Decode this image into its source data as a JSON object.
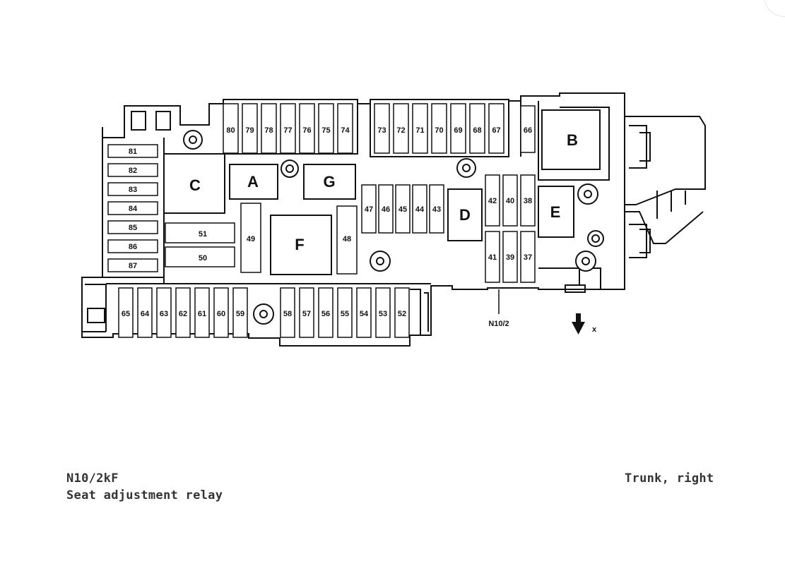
{
  "diagram": {
    "title": "",
    "fuses_top_left": [
      "80",
      "79",
      "78",
      "77",
      "76",
      "75",
      "74"
    ],
    "fuses_top_mid": [
      "73",
      "72",
      "71",
      "70",
      "69",
      "68",
      "67"
    ],
    "fuse_66": "66",
    "fuses_left_column": [
      "81",
      "82",
      "83",
      "84",
      "85",
      "86",
      "87"
    ],
    "fuses_bottom_left": [
      "65",
      "64",
      "63",
      "62",
      "61",
      "60",
      "59"
    ],
    "fuses_bottom_right": [
      "58",
      "57",
      "56",
      "55",
      "54",
      "53",
      "52"
    ],
    "fuses_middle_row": [
      "47",
      "46",
      "45",
      "44",
      "43"
    ],
    "fuses_right_upper": [
      "42",
      "40",
      "38"
    ],
    "fuses_right_lower": [
      "41",
      "39",
      "37"
    ],
    "fuse_51": "51",
    "fuse_50": "50",
    "fuse_49": "49",
    "fuse_48": "48",
    "relays": {
      "A": "A",
      "B": "B",
      "C": "C",
      "D": "D",
      "E": "E",
      "F": "F",
      "G": "G"
    },
    "module_label": "N10/2",
    "direction_label": "x"
  },
  "captions": {
    "code": "N10/2kF",
    "description": "Seat adjustment relay",
    "location": "Trunk, right"
  }
}
